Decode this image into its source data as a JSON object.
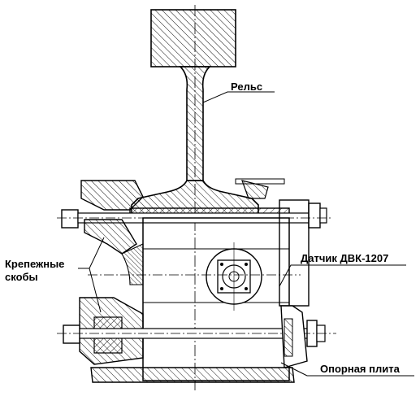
{
  "labels": {
    "rail": "Рельс",
    "clamps_line1": "Крепежные",
    "clamps_line2": "скобы",
    "sensor": "Датчик ДВК-1207",
    "base_plate": "Опорная плита"
  },
  "colors": {
    "stroke": "#000000",
    "background": "#ffffff"
  }
}
